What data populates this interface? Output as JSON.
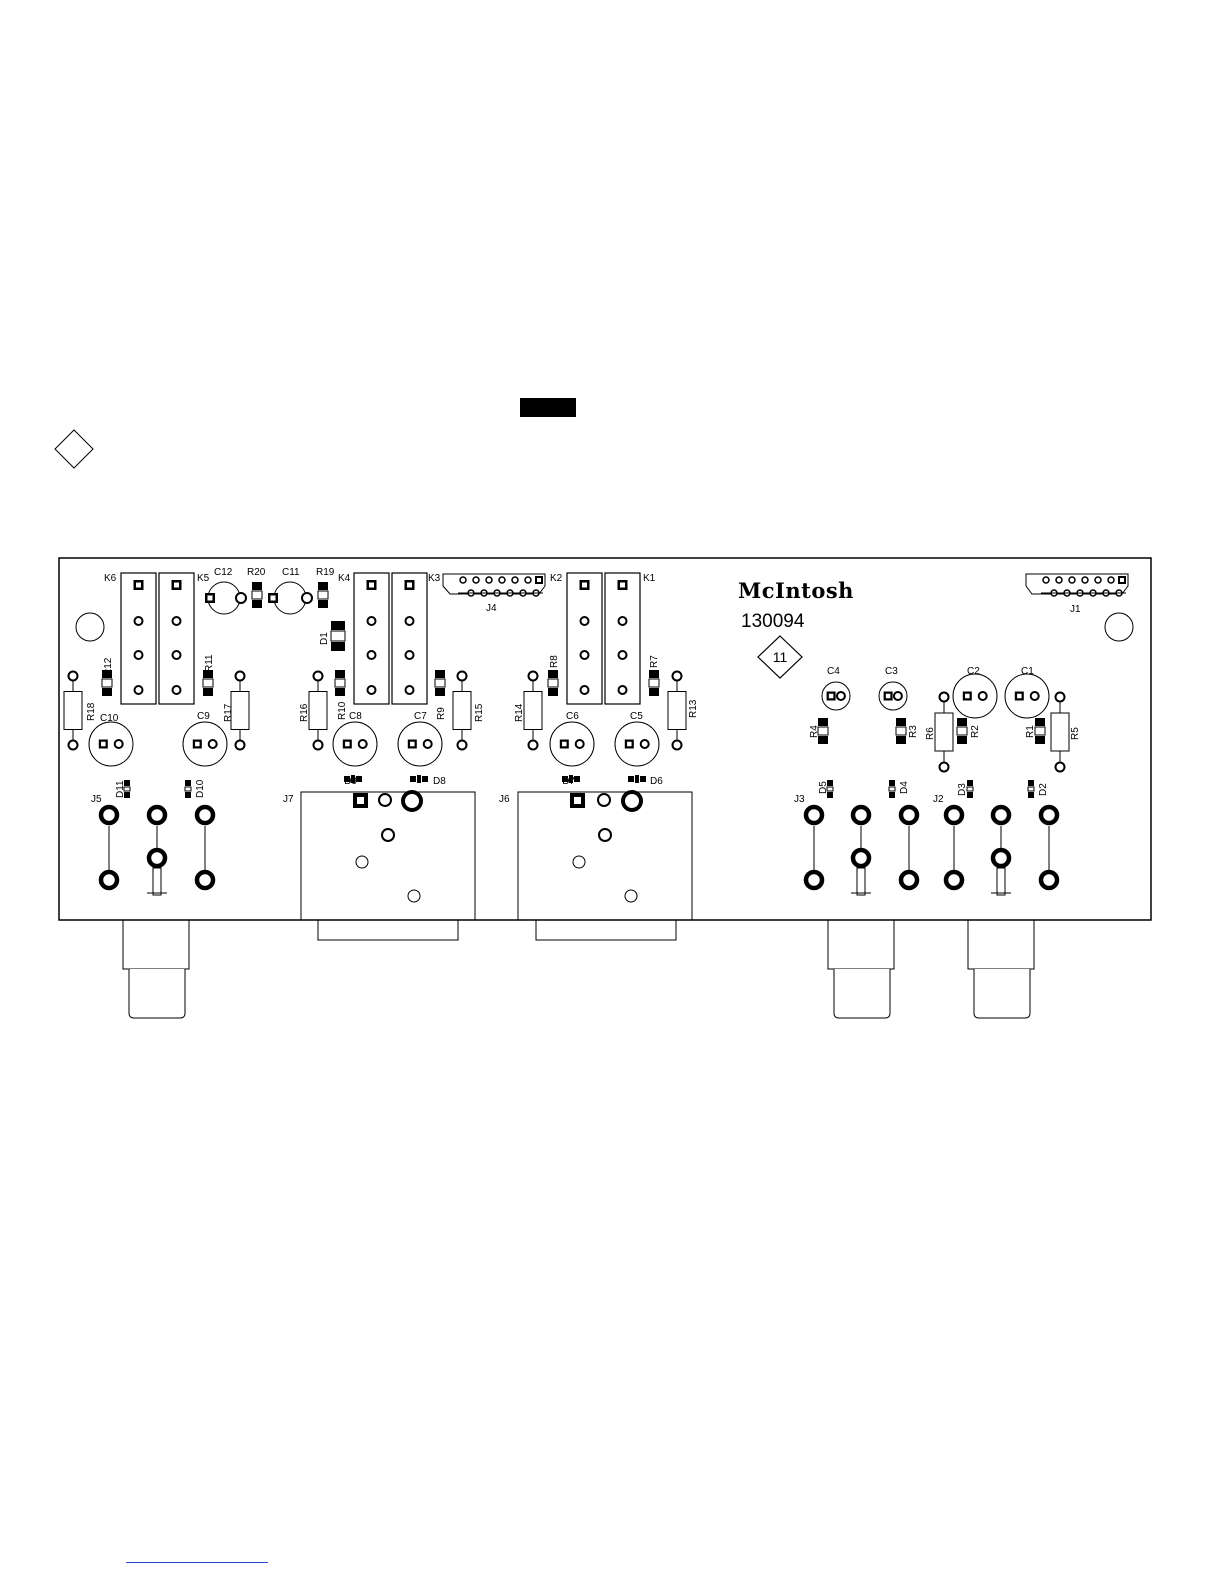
{
  "diagram": {
    "type": "pcb-silkscreen",
    "brand": "McIntosh",
    "part_number": "130094",
    "page_badge": "11",
    "colors": {
      "ink": "#000000",
      "paper": "#ffffff",
      "footer_line": "#2a4bd1"
    },
    "designators": {
      "K6": "K6",
      "K5": "K5",
      "K4": "K4",
      "K3": "K3",
      "K2": "K2",
      "K1": "K1",
      "C12": "C12",
      "C11": "C11",
      "C10": "C10",
      "C9": "C9",
      "C8": "C8",
      "C7": "C7",
      "C6": "C6",
      "C5": "C5",
      "C4": "C4",
      "C3": "C3",
      "C2": "C2",
      "C1": "C1",
      "R20": "R20",
      "R19": "R19",
      "R18": "R18",
      "R17": "R17",
      "R16": "R16",
      "R15": "R15",
      "R14": "R14",
      "R13": "R13",
      "R12": "R12",
      "R11": "R11",
      "R10": "R10",
      "R9": "R9",
      "R8": "R8",
      "R7": "R7",
      "R6": "R6",
      "R5": "R5",
      "R4": "R4",
      "R3": "R3",
      "R2": "R2",
      "R1": "R1",
      "D11": "D11",
      "D10": "D10",
      "D9": "D9",
      "D8": "D8",
      "D7": "D7",
      "D6": "D6",
      "D5": "D5",
      "D4": "D4",
      "D3": "D3",
      "D2": "D2",
      "D1": "D1",
      "J7": "J7",
      "J6": "J6",
      "J5": "J5",
      "J4": "J4",
      "J3": "J3",
      "J2": "J2",
      "J1": "J1"
    }
  }
}
